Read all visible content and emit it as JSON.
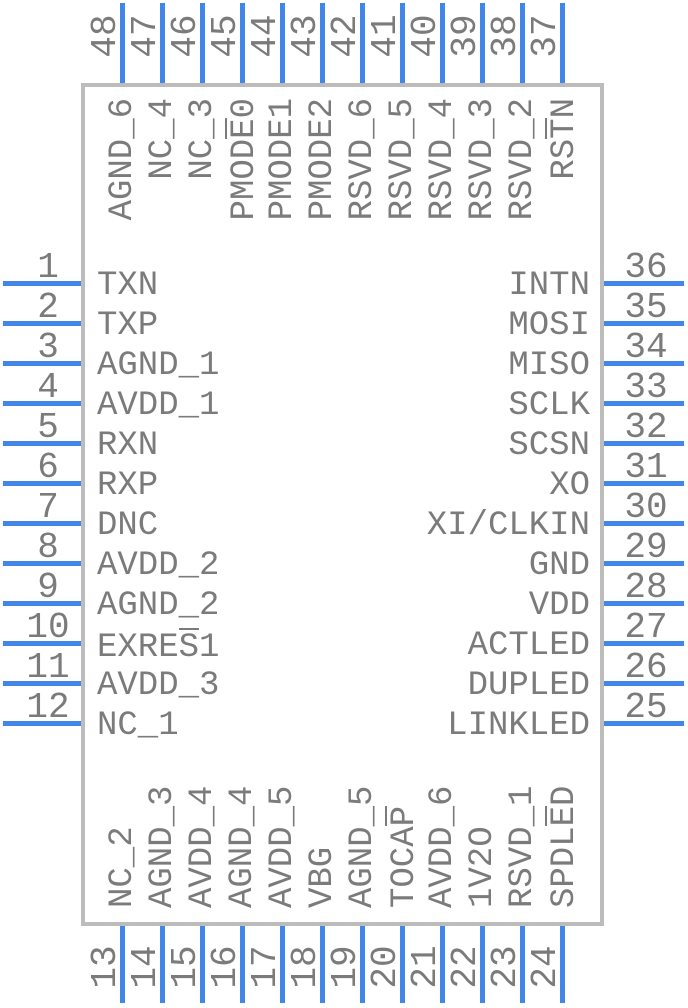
{
  "diagram": {
    "type": "ic-pinout",
    "package": "48-pin quad flat package",
    "colors": {
      "pin_line": "#4287e8",
      "text": "#7b7b7b",
      "body_border": "#bcbcbc",
      "body_fill": "#ffffff",
      "background": "#ffffff"
    }
  },
  "sides": {
    "left": {
      "pins": [
        {
          "num": "1",
          "name": "TXN"
        },
        {
          "num": "2",
          "name": "TXP"
        },
        {
          "num": "3",
          "name": "AGND_1"
        },
        {
          "num": "4",
          "name": "AVDD_1"
        },
        {
          "num": "5",
          "name": "RXN"
        },
        {
          "num": "6",
          "name": "RXP"
        },
        {
          "num": "7",
          "name": "DNC"
        },
        {
          "num": "8",
          "name": "AVDD_2"
        },
        {
          "num": "9",
          "name": "AGND_2"
        },
        {
          "num": "10",
          "name": "EXRES1",
          "overline_index": 4
        },
        {
          "num": "11",
          "name": "AVDD_3"
        },
        {
          "num": "12",
          "name": "NC_1"
        }
      ]
    },
    "right": {
      "pins": [
        {
          "num": "36",
          "name": "INTN"
        },
        {
          "num": "35",
          "name": "MOSI"
        },
        {
          "num": "34",
          "name": "MISO"
        },
        {
          "num": "33",
          "name": "SCLK"
        },
        {
          "num": "32",
          "name": "SCSN"
        },
        {
          "num": "31",
          "name": "XO"
        },
        {
          "num": "30",
          "name": "XI/CLKIN"
        },
        {
          "num": "29",
          "name": "GND"
        },
        {
          "num": "28",
          "name": "VDD"
        },
        {
          "num": "27",
          "name": "ACTLED"
        },
        {
          "num": "26",
          "name": "DUPLED"
        },
        {
          "num": "25",
          "name": "LINKLED"
        }
      ]
    },
    "top": {
      "pins": [
        {
          "num": "48",
          "name": "AGND_6"
        },
        {
          "num": "47",
          "name": "NC_4"
        },
        {
          "num": "46",
          "name": "NC_3"
        },
        {
          "num": "45",
          "name": "PMODE0",
          "overline_index": 4
        },
        {
          "num": "44",
          "name": "PMODE1"
        },
        {
          "num": "43",
          "name": "PMODE2"
        },
        {
          "num": "42",
          "name": "RSVD_6"
        },
        {
          "num": "41",
          "name": "RSVD_5"
        },
        {
          "num": "40",
          "name": "RSVD_4"
        },
        {
          "num": "39",
          "name": "RSVD_3"
        },
        {
          "num": "38",
          "name": "RSVD_2"
        },
        {
          "num": "37",
          "name": "RSTN",
          "overline_index": 2
        }
      ]
    },
    "bottom": {
      "pins": [
        {
          "num": "13",
          "name": "NC_2"
        },
        {
          "num": "14",
          "name": "AGND_3"
        },
        {
          "num": "15",
          "name": "AVDD_4"
        },
        {
          "num": "16",
          "name": "AGND_4"
        },
        {
          "num": "17",
          "name": "AVDD_5"
        },
        {
          "num": "18",
          "name": "VBG"
        },
        {
          "num": "19",
          "name": "AGND_5"
        },
        {
          "num": "20",
          "name": "TOCAP",
          "overline_index": 4
        },
        {
          "num": "21",
          "name": "AVDD_6"
        },
        {
          "num": "22",
          "name": "1V2O"
        },
        {
          "num": "23",
          "name": "RSVD_1"
        },
        {
          "num": "24",
          "name": "SPDLED",
          "overline_index": 4
        }
      ]
    }
  }
}
